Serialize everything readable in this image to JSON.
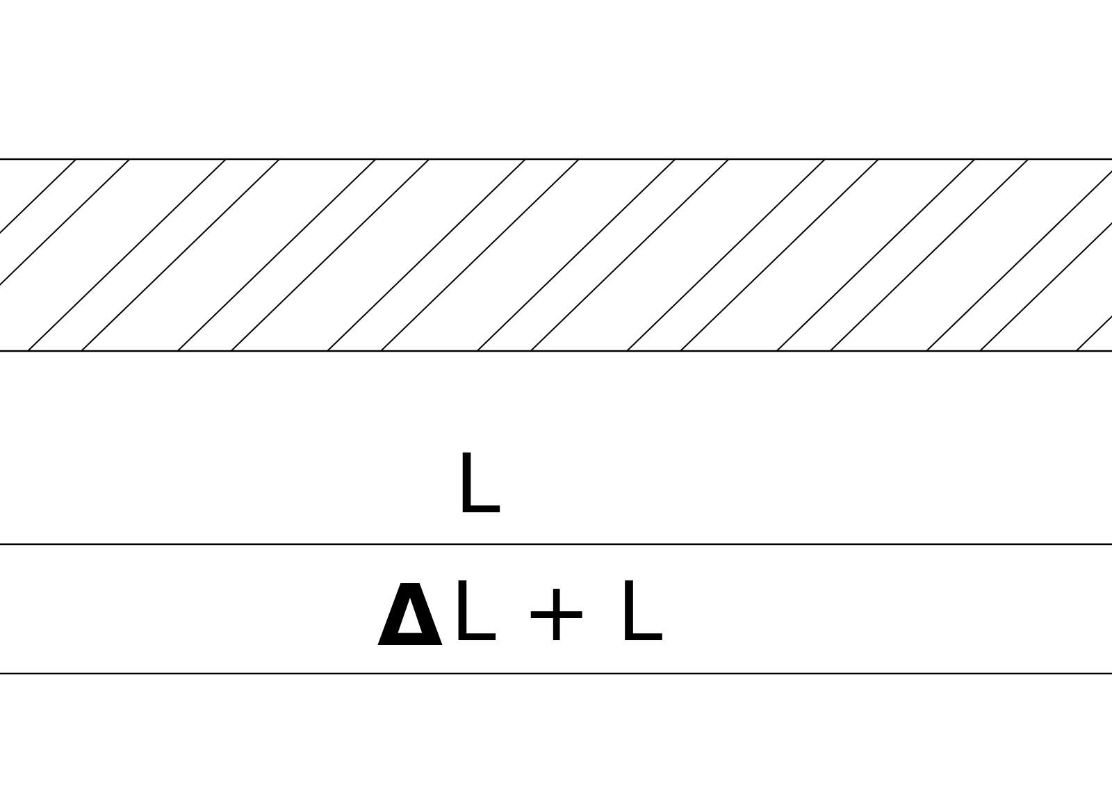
{
  "labels": {
    "length": "L",
    "delta_symbol": "Δ",
    "extended_length": "L + L"
  },
  "colors": {
    "stroke": "#000000",
    "background": "#ffffff"
  }
}
